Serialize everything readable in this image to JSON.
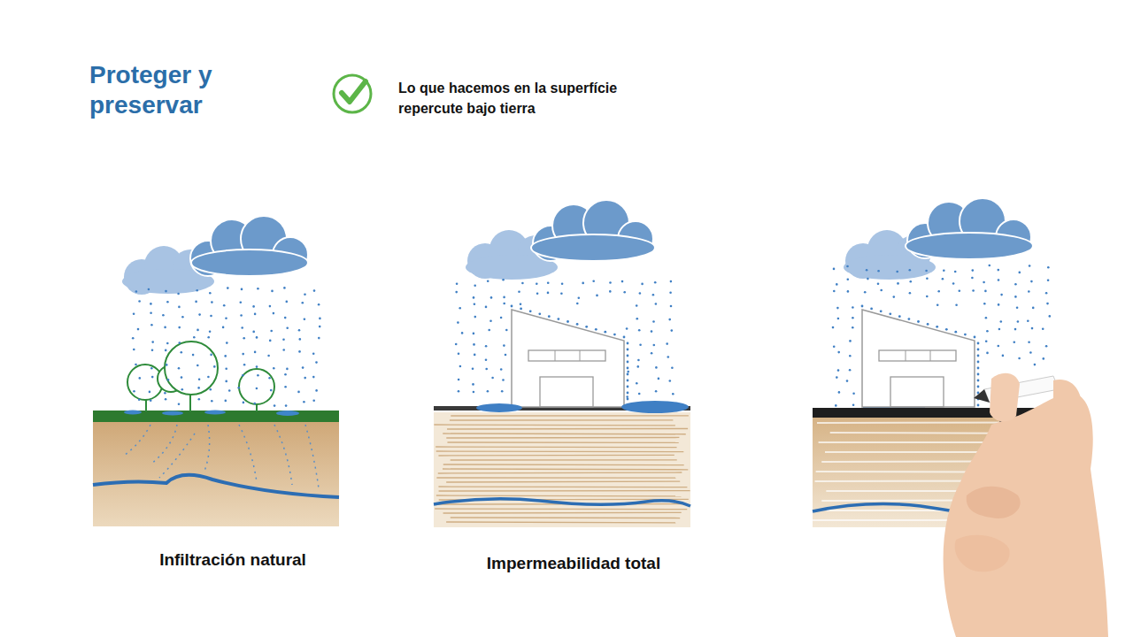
{
  "diagram": {
    "title": "Proteger y preservar",
    "labels": [
      "Lo que hacemos en la superfície repercute bajo tierra",
      "Infiltración natural",
      "Impermeabilidad total"
    ]
  }
}
